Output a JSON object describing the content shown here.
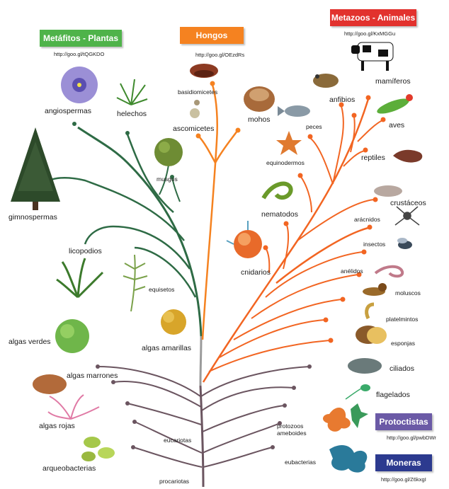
{
  "groups": {
    "plantas": {
      "title": "Metáfitos - Plantas",
      "url": "http://goo.gl/tQGKDO",
      "color": "#4fb34a"
    },
    "hongos": {
      "title": "Hongos",
      "url": "http://goo.gl/OEzdRs",
      "color": "#f58220"
    },
    "animales": {
      "title": "Metazoos - Animales",
      "url": "http://goo.gl/KxMGGu",
      "color": "#e2322e"
    },
    "protoctistas": {
      "title": "Protoctistas",
      "url": "http://goo.gl/pwbDWr",
      "color": "#6b5aa6"
    },
    "moneras": {
      "title": "Moneras",
      "url": "http://goo.gl/Z6kxgI",
      "color": "#2c3a8f"
    }
  },
  "labels": {
    "angiospermas": "angiospermas",
    "helechos": "helechos",
    "gimnospermas": "gimnospermas",
    "musgos": "musgos",
    "licopodios": "licopodios",
    "equisetos": "equisetos",
    "algas_verdes": "algas verdes",
    "algas_amarillas": "algas amarillas",
    "algas_marrones": "algas marrones",
    "algas_rojas": "algas rojas",
    "arqueobacterias": "arqueobacterias",
    "eucariotas": "eucariotas",
    "procariotas": "procariotas",
    "basidiomicetes": "basidiomicetes",
    "ascomicetes": "ascomicetes",
    "mohos": "mohos",
    "anfibios": "anfibios",
    "mamiferos": "mamíferos",
    "peces": "peces",
    "aves": "aves",
    "equinodermos": "equinodermos",
    "reptiles": "reptiles",
    "crustaceos": "crustáceos",
    "nematodos": "nematodos",
    "aracnidos": "arácnidos",
    "insectos": "insectos",
    "cnidarios": "cnidarios",
    "anelidos": "anélidos",
    "moluscos": "moluscos",
    "platelmintos": "platelmintos",
    "esponjas": "esponjas",
    "ciliados": "ciliados",
    "flagelados": "flagelados",
    "protozoos_ameboides": "protozoos\nameboides",
    "eubacterias": "eubacterias"
  },
  "colors": {
    "plant_branch": "#2e6b45",
    "fungi_branch": "#f58220",
    "animal_branch": "#f26522",
    "base_branch": "#6b5560",
    "trunk_gray": "#9b9b9b"
  }
}
